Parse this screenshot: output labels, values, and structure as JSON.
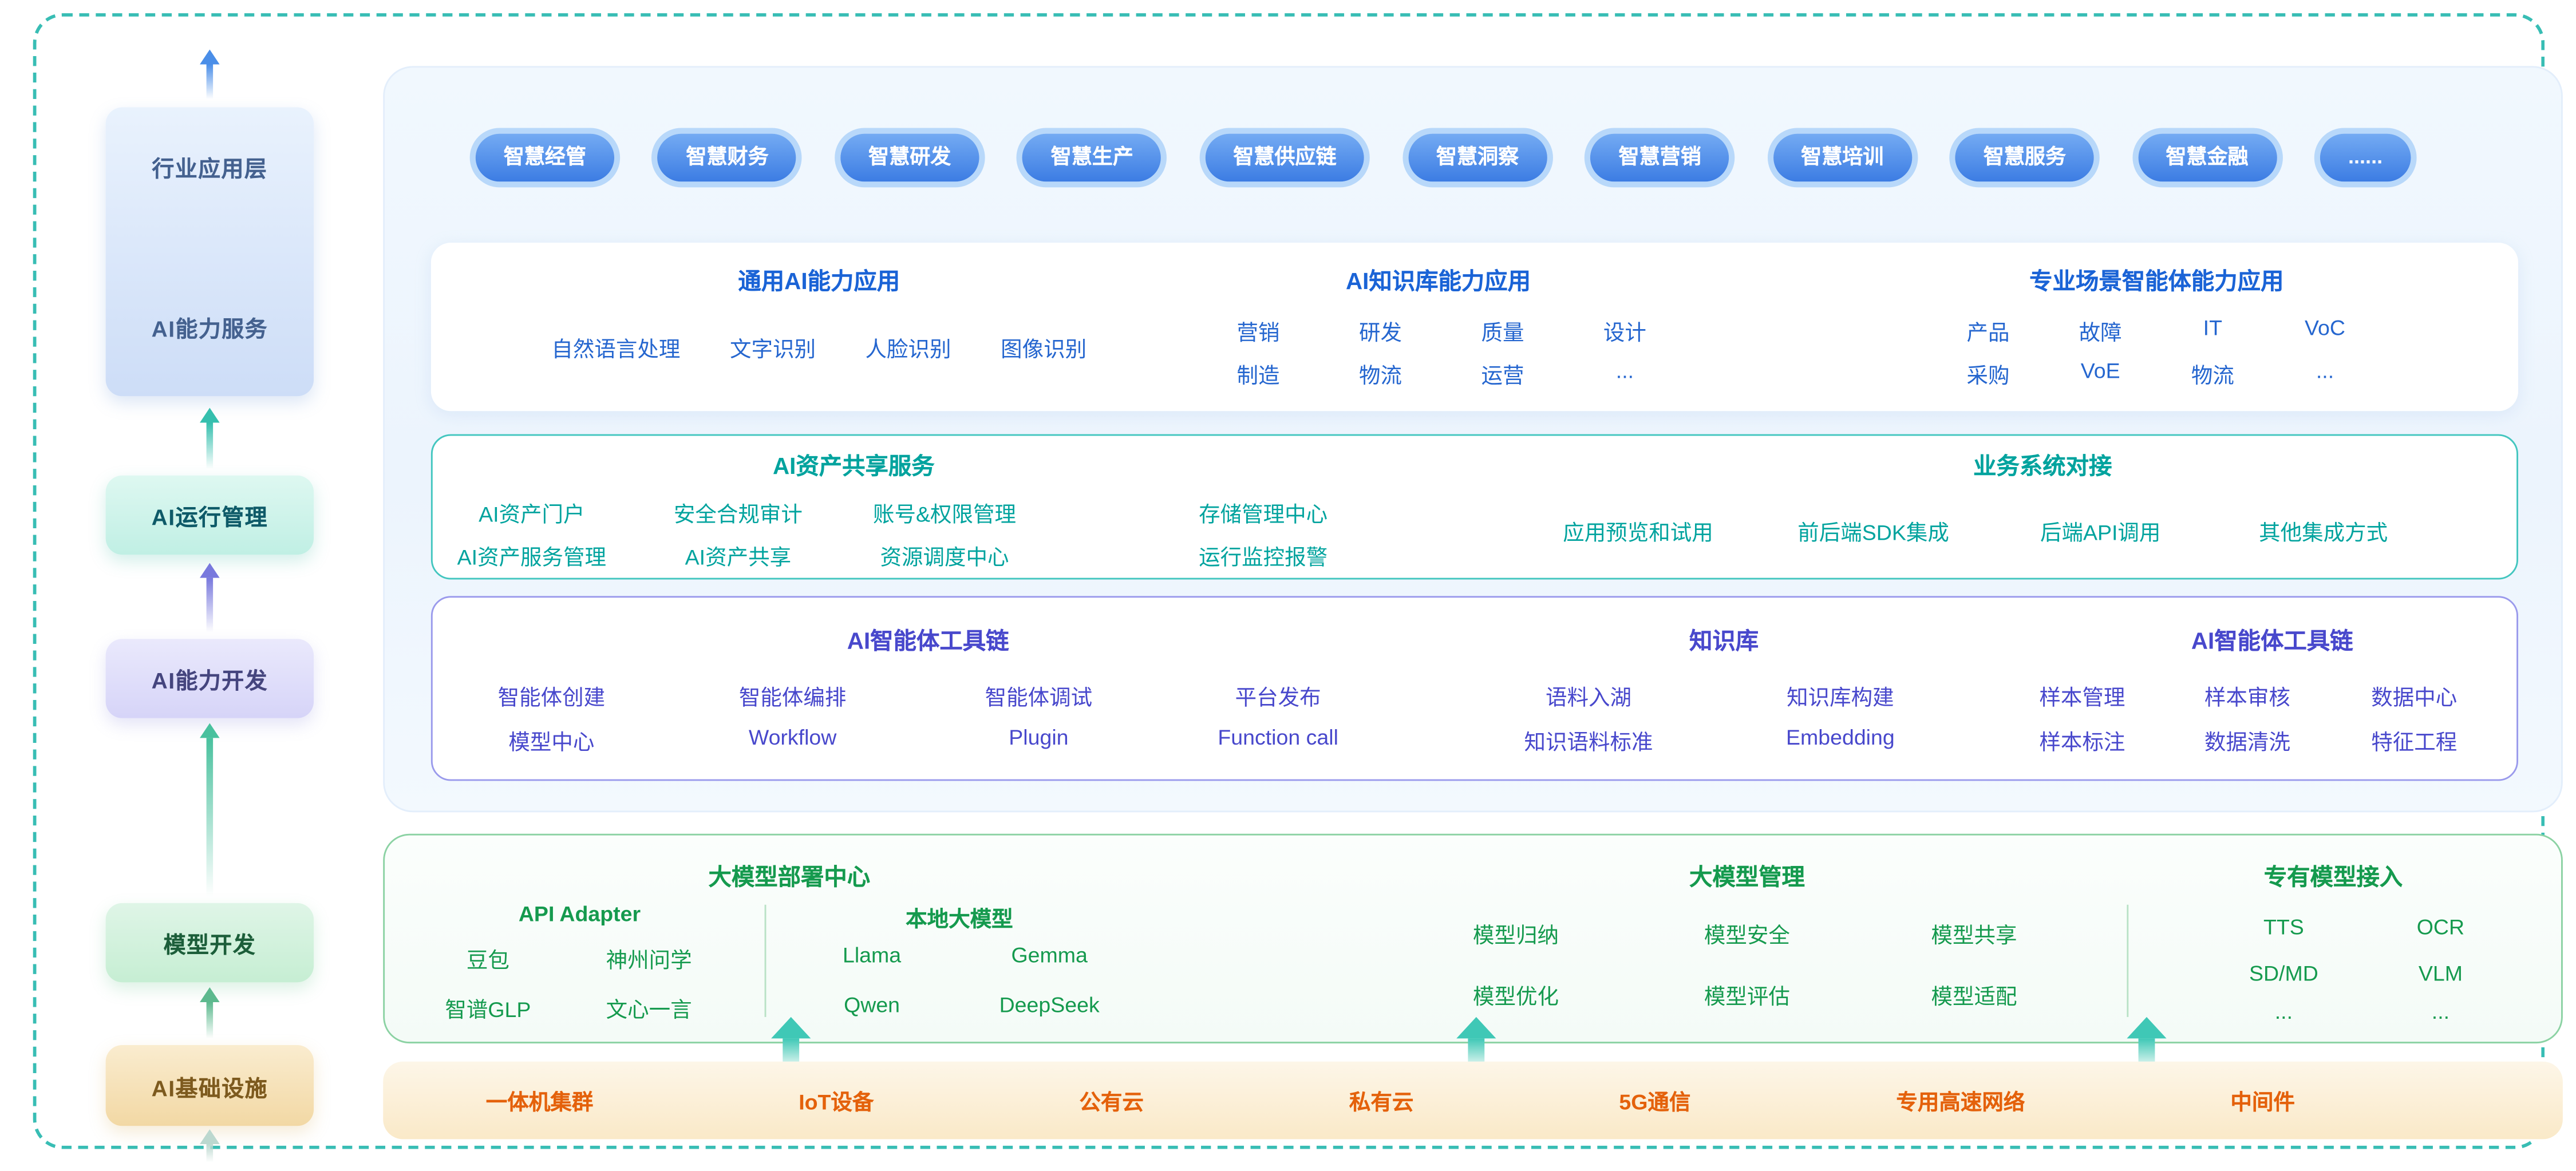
{
  "palette": {
    "frame_dash": "#38bdb4",
    "pill_blue": "#3c7ce3",
    "header_blue": "#1a63d6",
    "teal": "#00a39e",
    "purple": "#4848cc",
    "green": "#159a4e",
    "orange": "#e4610b"
  },
  "sidebar": {
    "app_layer_label": "行业应用层",
    "ai_service_label": "AI能力服务",
    "runtime_label": "AI运行管理",
    "dev_label": "AI能力开发",
    "model_label": "模型开发",
    "infra_label": "AI基础设施"
  },
  "apps": {
    "pills": [
      "智慧经管",
      "智慧财务",
      "智慧研发",
      "智慧生产",
      "智慧供应链",
      "智慧洞察",
      "智慧营销",
      "智慧培训",
      "智慧服务",
      "智慧金融",
      "......"
    ]
  },
  "capability": {
    "general": {
      "title": "通用AI能力应用",
      "items": [
        "自然语言处理",
        "文字识别",
        "人脸识别",
        "图像识别"
      ]
    },
    "knowledge": {
      "title": "AI知识库能力应用",
      "rows": [
        [
          "营销",
          "研发",
          "质量",
          "设计"
        ],
        [
          "制造",
          "物流",
          "运营",
          "..."
        ]
      ]
    },
    "scenario": {
      "title": "专业场景智能体能力应用",
      "rows": [
        [
          "产品",
          "故障",
          "IT",
          "VoC"
        ],
        [
          "采购",
          "VoE",
          "物流",
          "..."
        ]
      ]
    }
  },
  "asset": {
    "sharing": {
      "title": "AI资产共享服务",
      "rows": [
        [
          "AI资产门户",
          "安全合规审计",
          "账号&权限管理",
          "存储管理中心"
        ],
        [
          "AI资产服务管理",
          "AI资产共享",
          "资源调度中心",
          "运行监控报警"
        ]
      ]
    },
    "integration": {
      "title": "业务系统对接",
      "items": [
        "应用预览和试用",
        "前后端SDK集成",
        "后端API调用",
        "其他集成方式"
      ]
    }
  },
  "toolchain": {
    "agent": {
      "title": "AI智能体工具链",
      "rows": [
        [
          "智能体创建",
          "智能体编排",
          "智能体调试",
          "平台发布"
        ],
        [
          "模型中心",
          "Workflow",
          "Plugin",
          "Function call"
        ]
      ]
    },
    "kb": {
      "title": "知识库",
      "rows": [
        [
          "语料入湖",
          "知识库构建"
        ],
        [
          "知识语料标准",
          "Embedding"
        ]
      ]
    },
    "data": {
      "title": "AI智能体工具链",
      "rows": [
        [
          "样本管理",
          "样本审核",
          "数据中心"
        ],
        [
          "样本标注",
          "数据清洗",
          "特征工程"
        ]
      ]
    }
  },
  "model": {
    "deployment": {
      "title": "大模型部署中心",
      "api": {
        "title": "API Adapter",
        "rows": [
          [
            "豆包",
            "神州问学"
          ],
          [
            "智谱GLP",
            "文心一言"
          ]
        ]
      },
      "local": {
        "title": "本地大模型",
        "rows": [
          [
            "Llama",
            "Gemma"
          ],
          [
            "Qwen",
            "DeepSeek"
          ]
        ]
      }
    },
    "management": {
      "title": "大模型管理",
      "rows": [
        [
          "模型归纳",
          "模型安全",
          "模型共享"
        ],
        [
          "模型优化",
          "模型评估",
          "模型适配"
        ]
      ]
    },
    "proprietary": {
      "title": "专有模型接入",
      "rows": [
        [
          "TTS",
          "OCR"
        ],
        [
          "SD/MD",
          "VLM"
        ],
        [
          "...",
          "..."
        ]
      ]
    }
  },
  "infra": {
    "items": [
      "一体机集群",
      "IoT设备",
      "公有云",
      "私有云",
      "5G通信",
      "专用高速网络",
      "中间件"
    ]
  }
}
